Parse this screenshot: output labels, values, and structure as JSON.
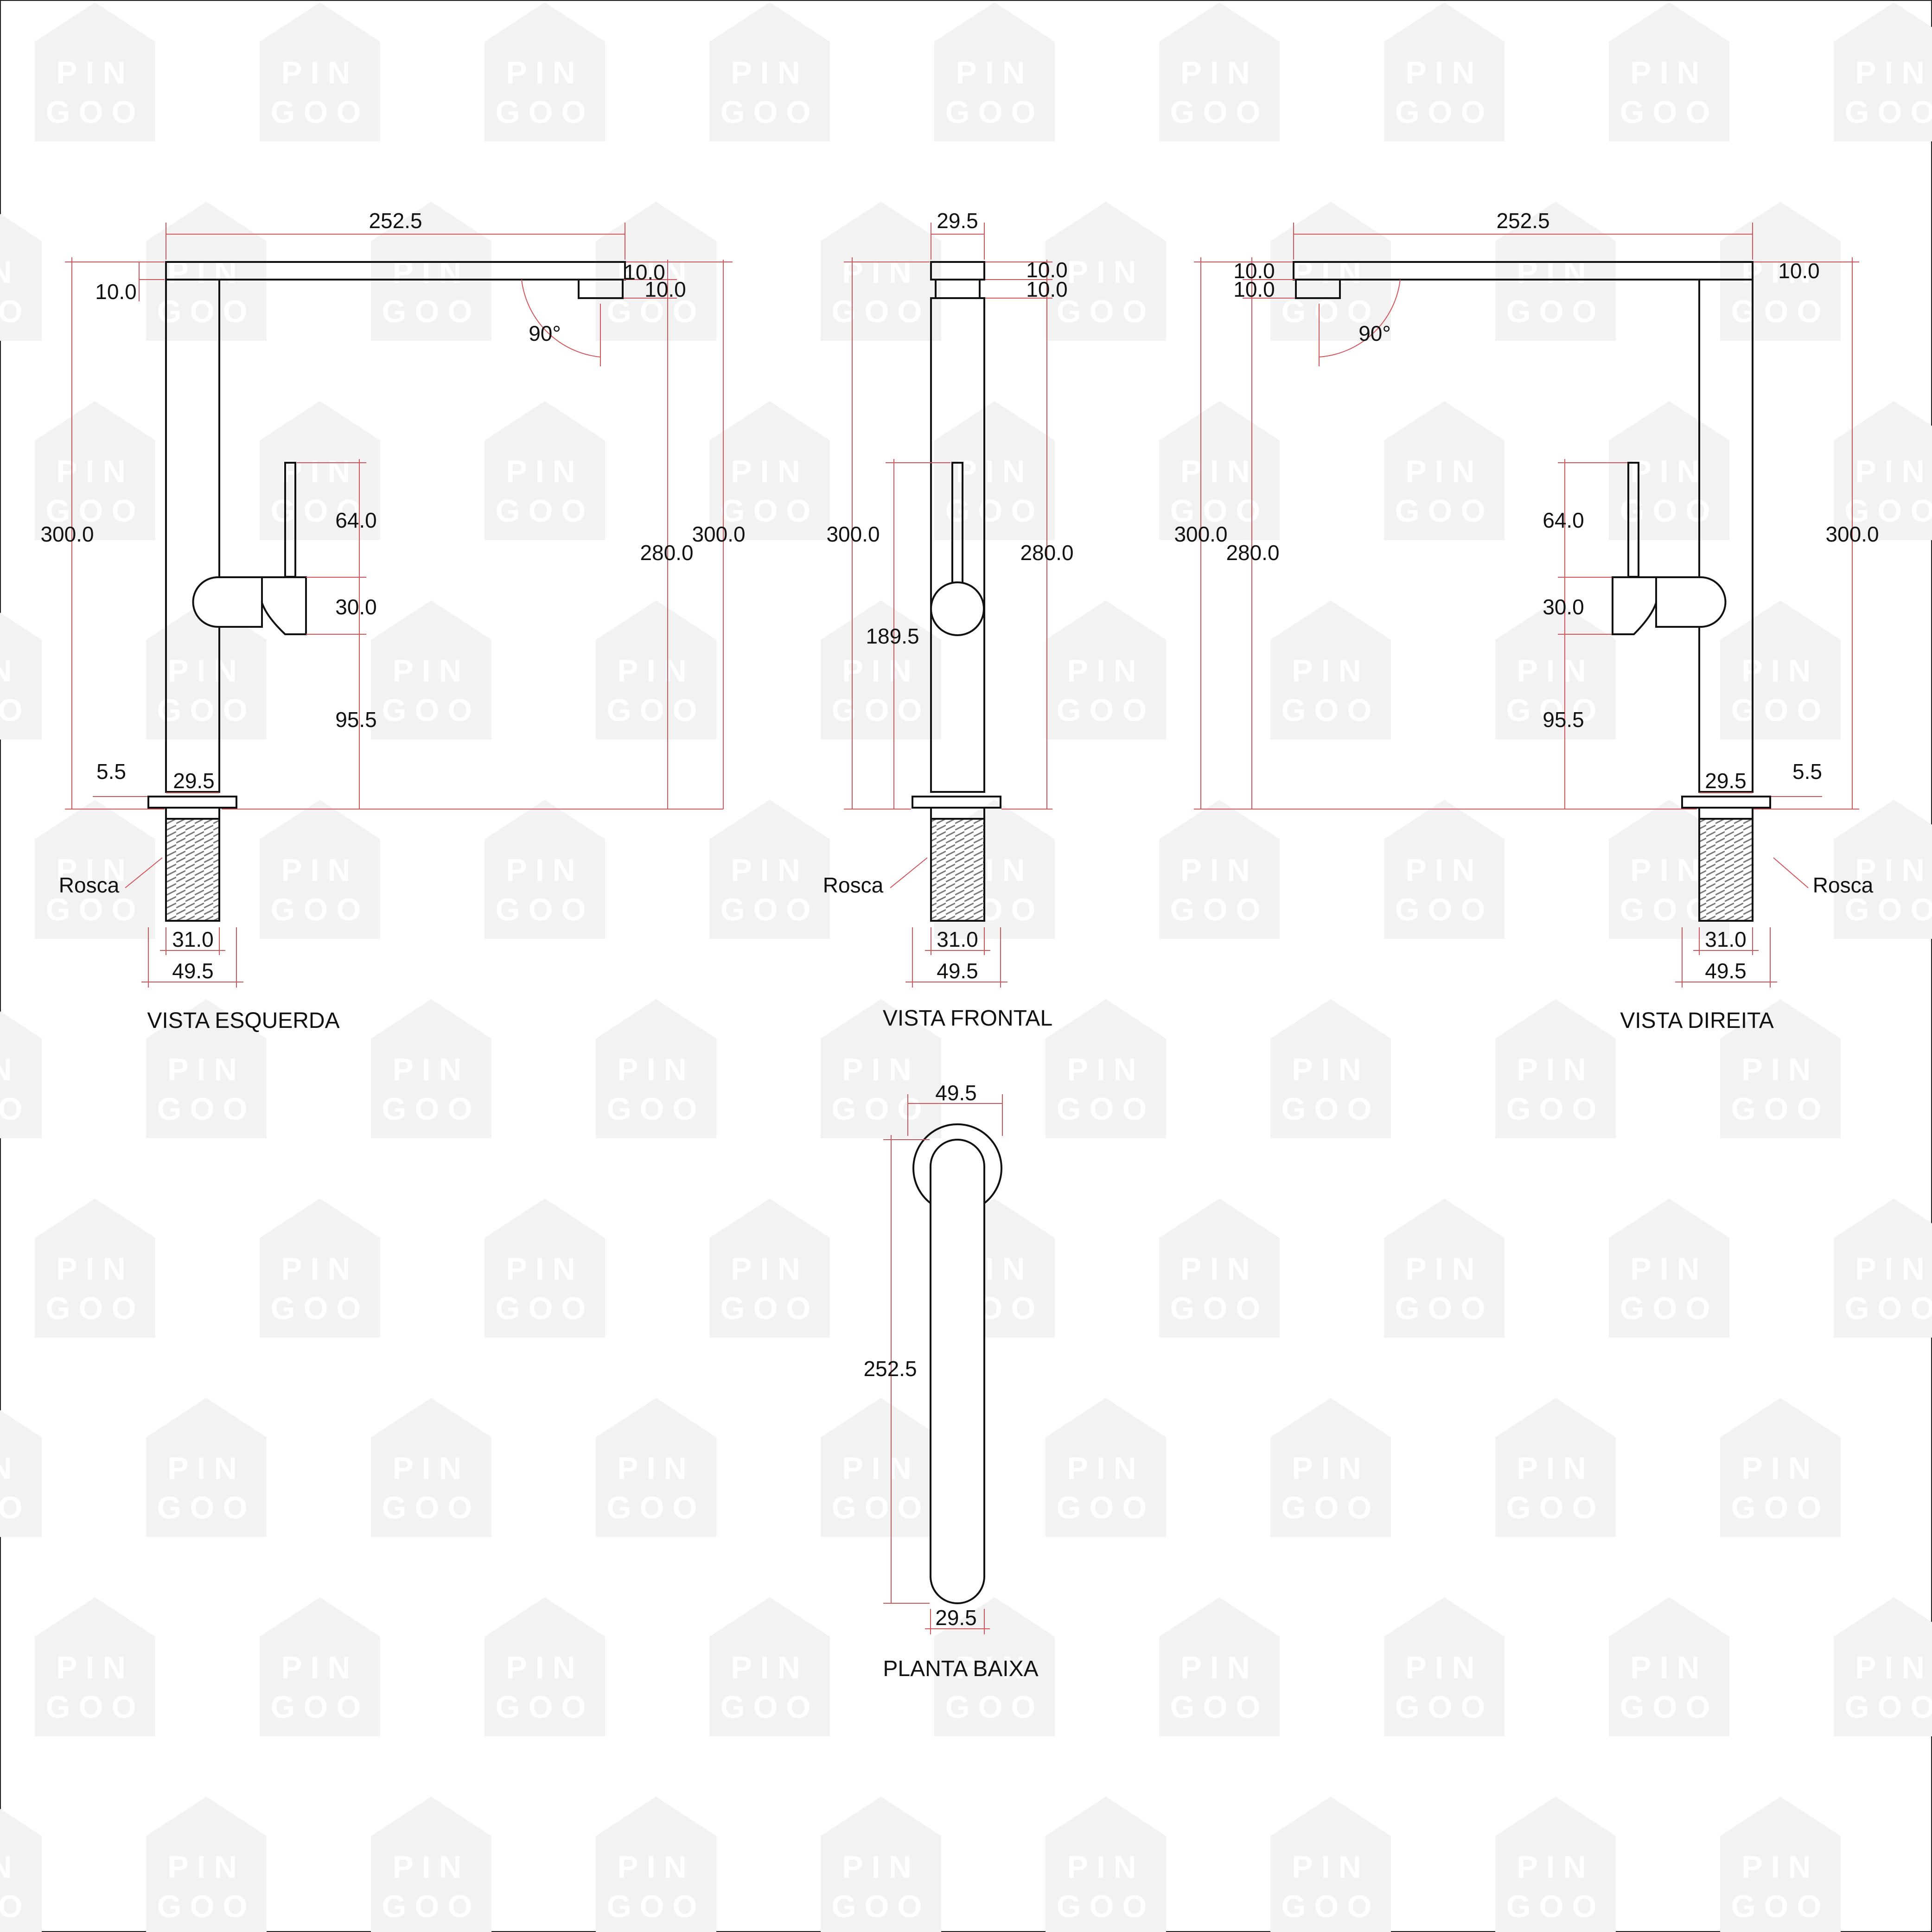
{
  "watermark": {
    "line1": "PIN",
    "line2": "GOO"
  },
  "views": {
    "left": {
      "title": "VISTA ESQUERDA",
      "dims": {
        "spout_length": "252.5",
        "top_thickness": "10.0",
        "tip_thickness_1": "10.0",
        "tip_thickness_2": "10.0",
        "angle": "90°",
        "total_height": "300.0",
        "total_height_right": "300.0",
        "body_height": "280.0",
        "lever_height": "64.0",
        "handle_height": "30.0",
        "handle_base_height": "95.5",
        "flange_height": "5.5",
        "body_width": "29.5",
        "thread_label": "Rosca",
        "thread_diameter": "31.0",
        "flange_diameter": "49.5"
      }
    },
    "front": {
      "title": "VISTA FRONTAL",
      "dims": {
        "spout_width": "29.5",
        "top_thickness": "10.0",
        "tip_thickness": "10.0",
        "total_height": "300.0",
        "body_height": "280.0",
        "handle_center_height": "189.5",
        "thread_label": "Rosca",
        "thread_diameter": "31.0",
        "flange_diameter": "49.5"
      }
    },
    "right": {
      "title": "VISTA DIREITA",
      "dims": {
        "spout_length": "252.5",
        "top_thickness_1": "10.0",
        "top_thickness_2": "10.0",
        "tip_thickness": "10.0",
        "angle": "90°",
        "total_height": "300.0",
        "body_height": "280.0",
        "total_height_right": "300.0",
        "lever_height": "64.0",
        "handle_height": "30.0",
        "handle_base_height": "95.5",
        "flange_height": "5.5",
        "body_width": "29.5",
        "thread_label": "Rosca",
        "thread_diameter": "31.0",
        "flange_diameter": "49.5"
      }
    },
    "plan": {
      "title": "PLANTA BAIXA",
      "dims": {
        "flange_diameter": "49.5",
        "spout_length": "252.5",
        "spout_width": "29.5"
      }
    }
  }
}
